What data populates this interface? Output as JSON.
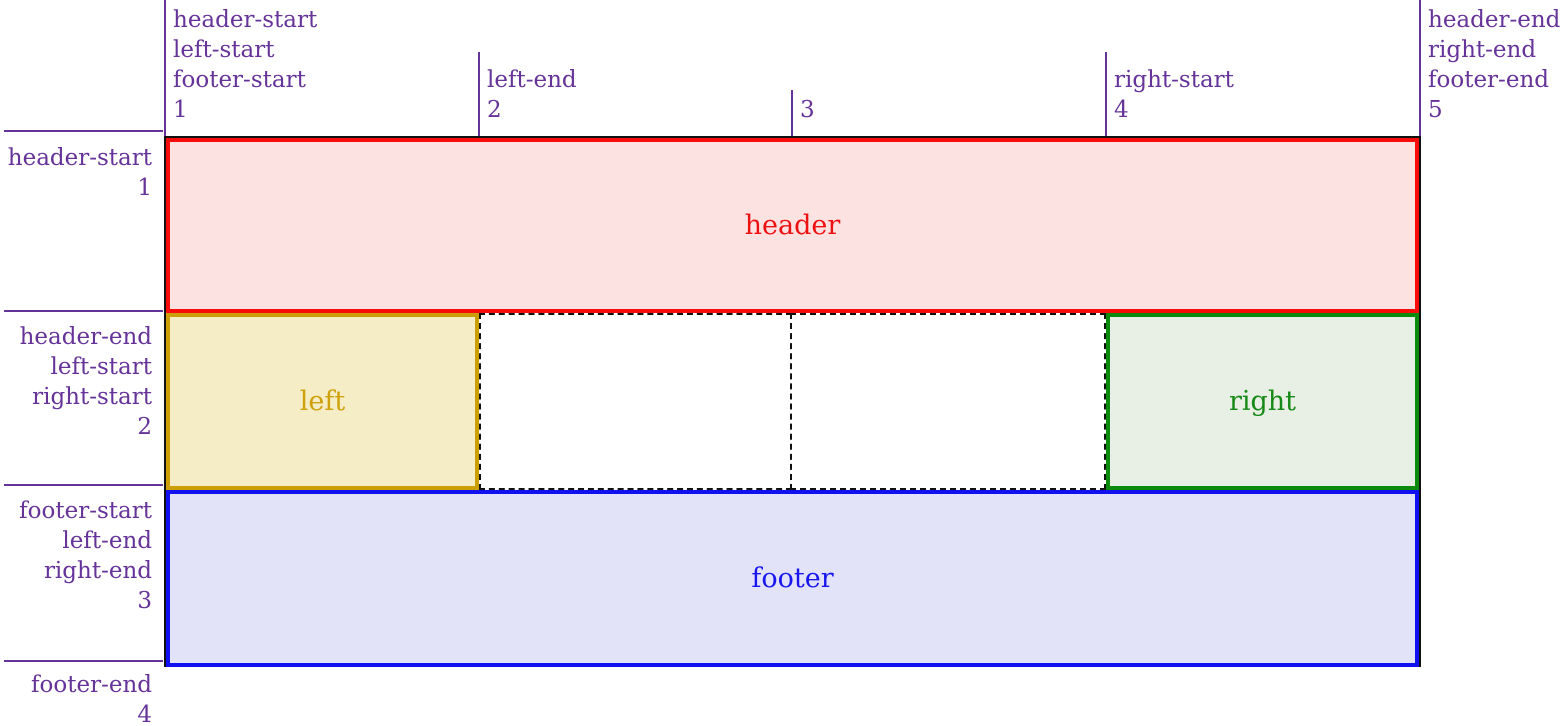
{
  "diagram": {
    "kind": "css-grid-named-lines",
    "colors": {
      "line_label_purple": "#663399",
      "grid_frame_border": "#111111",
      "dashed_cell_border": "#111111",
      "header_border": "#f80b0b",
      "header_bg": "#fde2e2",
      "header_text": "#ee1111",
      "left_border": "#cb9f05",
      "left_bg": "#f5edc5",
      "left_text": "#cfa10c",
      "right_border": "#0b8b0b",
      "right_bg": "#e8efe4",
      "right_text": "#178917",
      "footer_border": "#1010f0",
      "footer_bg": "#e2e2f9",
      "footer_text": "#1717ee"
    },
    "column_lines": [
      {
        "number": "1",
        "names": [
          "header-start",
          "left-start",
          "footer-start"
        ]
      },
      {
        "number": "2",
        "names": [
          "left-end"
        ]
      },
      {
        "number": "3",
        "names": []
      },
      {
        "number": "4",
        "names": [
          "right-start"
        ]
      },
      {
        "number": "5",
        "names": [
          "header-end",
          "right-end",
          "footer-end"
        ]
      }
    ],
    "row_lines": [
      {
        "number": "1",
        "names": [
          "header-start"
        ]
      },
      {
        "number": "2",
        "names": [
          "header-end",
          "left-start",
          "right-start"
        ]
      },
      {
        "number": "3",
        "names": [
          "footer-start",
          "left-end",
          "right-end"
        ]
      },
      {
        "number": "4",
        "names": [
          "footer-end"
        ]
      }
    ],
    "areas": {
      "header": {
        "label": "header"
      },
      "left": {
        "label": "left"
      },
      "right": {
        "label": "right"
      },
      "footer": {
        "label": "footer"
      }
    }
  }
}
